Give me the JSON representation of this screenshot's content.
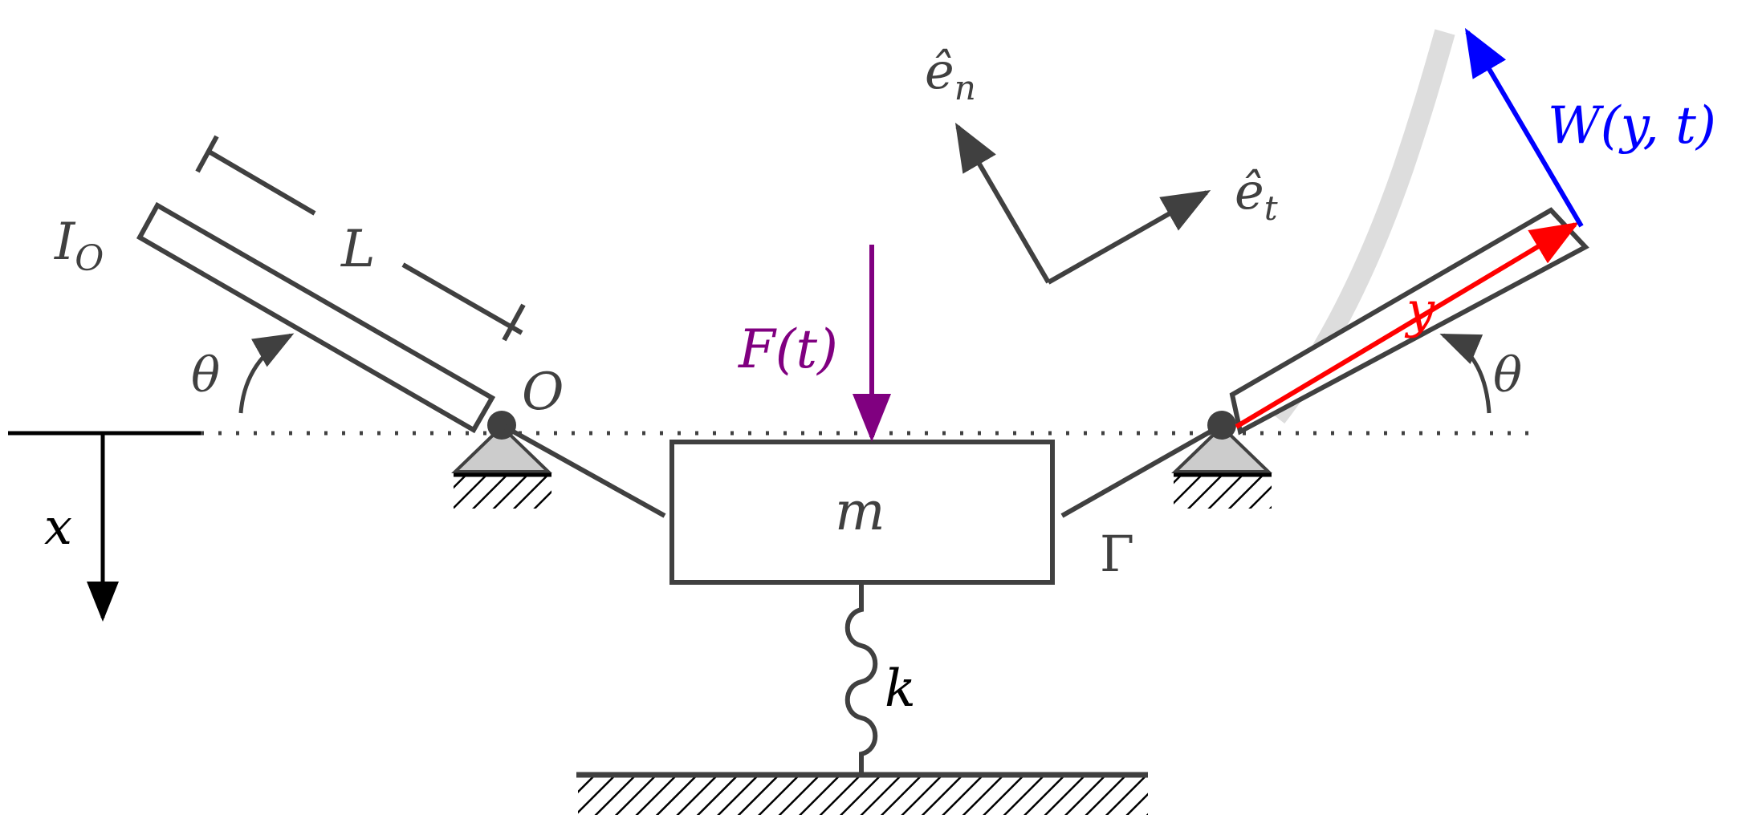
{
  "labels": {
    "inertia": "I",
    "inertia_sub": "O",
    "length": "L",
    "theta_left": "θ",
    "theta_right": "θ",
    "pivot": "O",
    "x_axis": "x",
    "force": "F(t)",
    "mass": "m",
    "gamma": "Γ",
    "spring": "k",
    "e_n": "ê",
    "e_n_sub": "n",
    "e_t": "ê",
    "e_t_sub": "t",
    "y": "y",
    "deflection": "W(y, t)"
  },
  "colors": {
    "ink": "#404040",
    "black": "#000000",
    "force": "#800080",
    "deflection": "#0000ff",
    "y_arrow": "#ff0000",
    "support_fill": "#cccccc",
    "beam_shadow": "#dddddd"
  }
}
